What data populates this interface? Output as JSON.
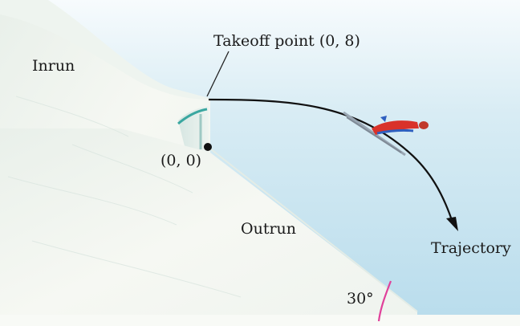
{
  "labels": {
    "takeoff": "Takeoff point (0, 8)",
    "inrun": "Inrun",
    "origin": "(0, 0)",
    "outrun": "Outrun",
    "trajectory": "Trajectory",
    "angle": "30°"
  },
  "colors": {
    "sky": "#cfe6f1",
    "snow": "#f4f7f1",
    "snow_shadow": "#dde8e2",
    "arc": "#e0409a",
    "curve": "#111111",
    "ramp_accent": "#3aa7a0",
    "skier_suit": "#d9322a",
    "skier_accent": "#2f5fbf"
  },
  "icons": {
    "skier": "ski-jumper-figure",
    "trajectory_arrow": "arrowhead"
  }
}
